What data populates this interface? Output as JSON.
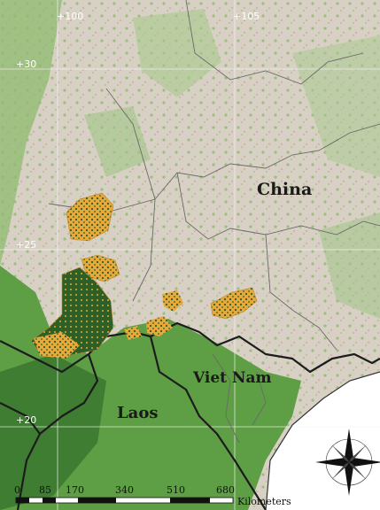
{
  "countries": {
    "china": "China",
    "vietnam": "Viet Nam",
    "laos": "Laos"
  },
  "grid_labels": {
    "lon_100": "+100",
    "lon_105": "+105",
    "lat_30": "+30",
    "lat_25": "+25",
    "lat_20": "+20"
  },
  "scale_bar": {
    "ticks": [
      "0",
      "85",
      "170",
      "340",
      "510",
      "680"
    ],
    "unit": "Kilometers"
  },
  "colors": {
    "terrain_light": "#d8cfc4",
    "forest": "#6aa84f",
    "dense_forest": "#2f6b2a",
    "study_area": "#e6a93a",
    "sea": "#ffffff",
    "border": "#222222"
  }
}
